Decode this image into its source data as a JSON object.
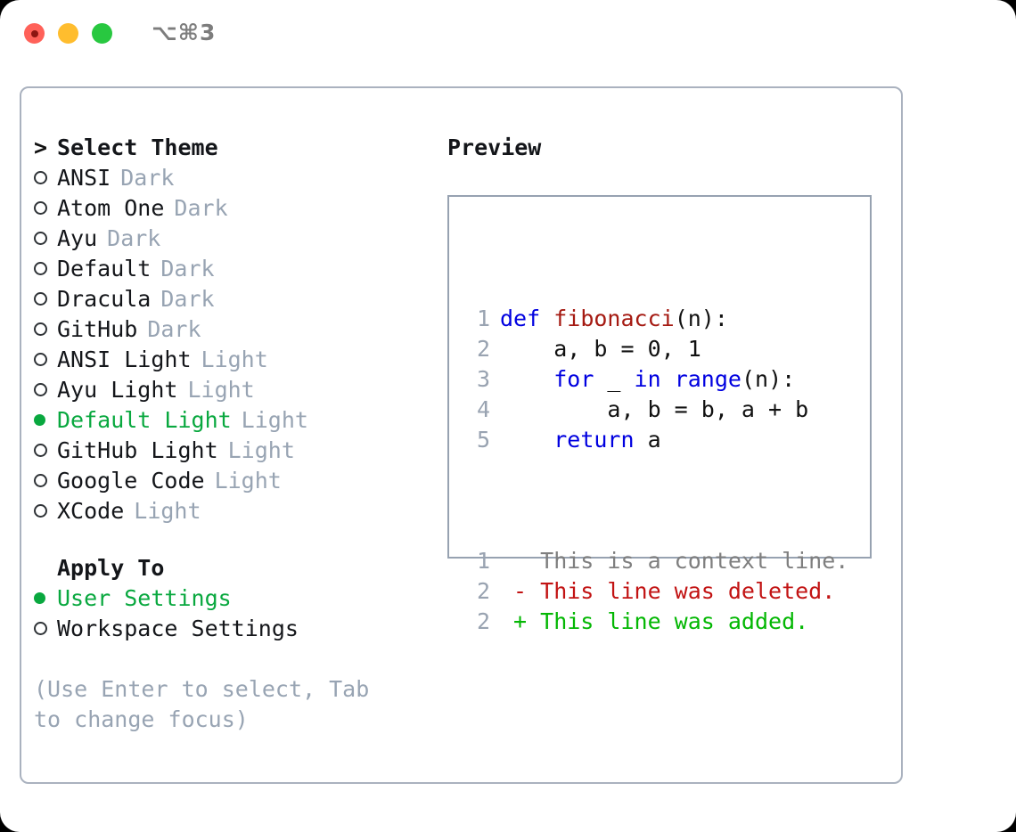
{
  "titlebar": {
    "shortcut": "⌥⌘3",
    "dots": [
      "close-dot",
      "minimize-dot",
      "maximize-dot"
    ]
  },
  "theme_picker": {
    "heading": "Select Theme",
    "heading_marker": ">",
    "items": [
      {
        "marker": "hollow",
        "name": "ANSI",
        "variant": "Dark",
        "selected": false
      },
      {
        "marker": "hollow",
        "name": "Atom One",
        "variant": "Dark",
        "selected": false
      },
      {
        "marker": "hollow",
        "name": "Ayu",
        "variant": "Dark",
        "selected": false
      },
      {
        "marker": "hollow",
        "name": "Default",
        "variant": "Dark",
        "selected": false
      },
      {
        "marker": "hollow",
        "name": "Dracula",
        "variant": "Dark",
        "selected": false
      },
      {
        "marker": "hollow",
        "name": "GitHub",
        "variant": "Dark",
        "selected": false
      },
      {
        "marker": "hollow",
        "name": "ANSI Light",
        "variant": "Light",
        "selected": false
      },
      {
        "marker": "hollow",
        "name": "Ayu Light",
        "variant": "Light",
        "selected": false
      },
      {
        "marker": "filled",
        "name": "Default Light",
        "variant": "Light",
        "selected": true
      },
      {
        "marker": "hollow",
        "name": "GitHub Light",
        "variant": "Light",
        "selected": false
      },
      {
        "marker": "hollow",
        "name": "Google Code",
        "variant": "Light",
        "selected": false
      },
      {
        "marker": "hollow",
        "name": "XCode",
        "variant": "Light",
        "selected": false
      }
    ]
  },
  "apply_to": {
    "heading": "Apply To",
    "items": [
      {
        "marker": "filled",
        "name": "User Settings",
        "selected": true
      },
      {
        "marker": "hollow",
        "name": "Workspace Settings",
        "selected": false
      }
    ]
  },
  "hint": "(Use Enter to select, Tab to change focus)",
  "preview": {
    "title": "Preview",
    "code_lines": [
      {
        "num": "1",
        "tokens": [
          {
            "t": "def ",
            "c": "kw"
          },
          {
            "t": "fibonacci",
            "c": "fn"
          },
          {
            "t": "(n):",
            "c": "plain"
          }
        ]
      },
      {
        "num": "2",
        "tokens": [
          {
            "t": "    a, b = 0, 1",
            "c": "plain"
          }
        ]
      },
      {
        "num": "3",
        "tokens": [
          {
            "t": "    ",
            "c": "plain"
          },
          {
            "t": "for",
            "c": "kw"
          },
          {
            "t": " _ ",
            "c": "plain"
          },
          {
            "t": "in",
            "c": "kw"
          },
          {
            "t": " ",
            "c": "plain"
          },
          {
            "t": "range",
            "c": "kw"
          },
          {
            "t": "(n):",
            "c": "plain"
          }
        ]
      },
      {
        "num": "4",
        "tokens": [
          {
            "t": "        a, b = b, a + b",
            "c": "plain"
          }
        ]
      },
      {
        "num": "5",
        "tokens": [
          {
            "t": "    ",
            "c": "plain"
          },
          {
            "t": "return",
            "c": "kw"
          },
          {
            "t": " a",
            "c": "plain"
          }
        ]
      }
    ],
    "diff_lines": [
      {
        "num": "1",
        "sign": " ",
        "text": "This is a context line.",
        "kind": "ctx"
      },
      {
        "num": "2",
        "sign": "-",
        "text": "This line was deleted.",
        "kind": "del"
      },
      {
        "num": "2",
        "sign": "+",
        "text": "This line was added.",
        "kind": "add"
      }
    ]
  },
  "colors": {
    "accent_green": "#09a83f",
    "muted_grey": "#98a4b3",
    "border": "#aab2bf",
    "keyword_blue": "#0000e0",
    "function_red": "#a51a12",
    "diff_deleted": "#c21313",
    "diff_added": "#03b703"
  }
}
